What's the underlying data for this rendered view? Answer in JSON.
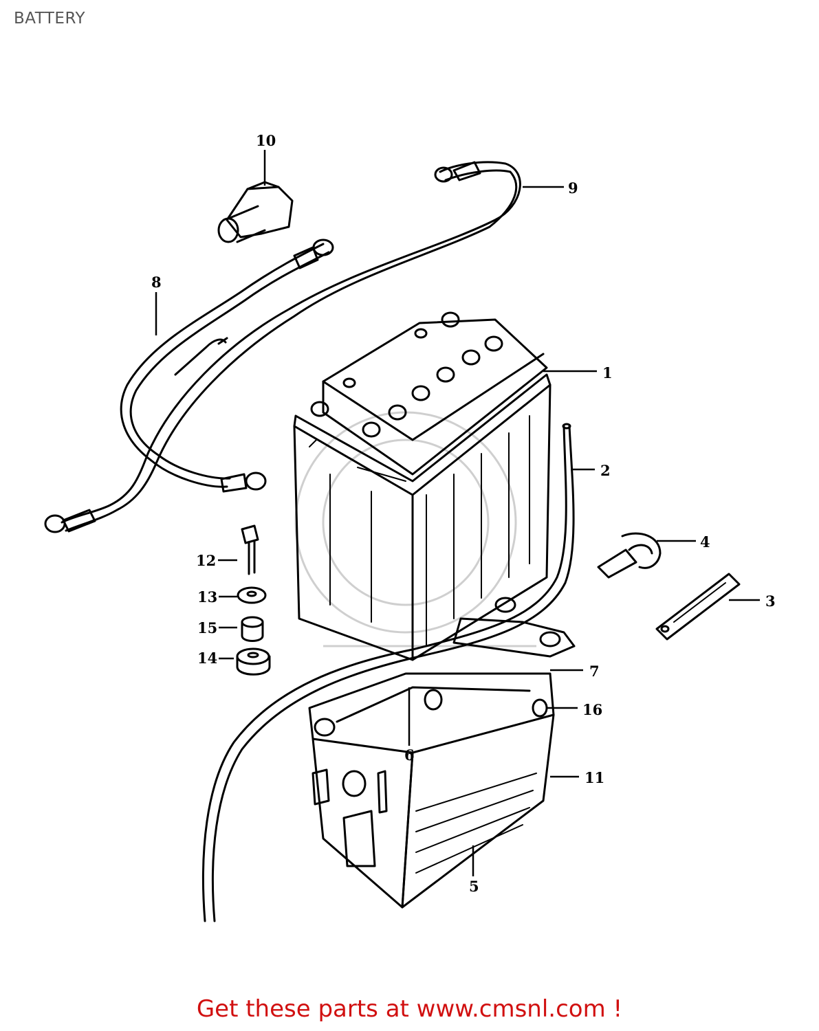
{
  "header": {
    "title": "BATTERY"
  },
  "footer": {
    "link_text": "Get these parts at www.cmsnl.com !",
    "link_color": "#d11010"
  },
  "parts": [
    {
      "label": "1",
      "name": "battery"
    },
    {
      "label": "2",
      "name": "breather-tube"
    },
    {
      "label": "3",
      "name": "strap"
    },
    {
      "label": "4",
      "name": "clamp"
    },
    {
      "label": "5",
      "name": "battery-cushion"
    },
    {
      "label": "6",
      "name": "cushion"
    },
    {
      "label": "7",
      "name": "battery-holder-plate"
    },
    {
      "label": "8",
      "name": "negative-cable"
    },
    {
      "label": "9",
      "name": "positive-cable"
    },
    {
      "label": "10",
      "name": "terminal-cap"
    },
    {
      "label": "11",
      "name": "battery-case"
    },
    {
      "label": "12",
      "name": "bolt"
    },
    {
      "label": "13",
      "name": "washer"
    },
    {
      "label": "14",
      "name": "cushion-rubber"
    },
    {
      "label": "15",
      "name": "spacer"
    },
    {
      "label": "16",
      "name": "cushion-rubber-2"
    }
  ]
}
